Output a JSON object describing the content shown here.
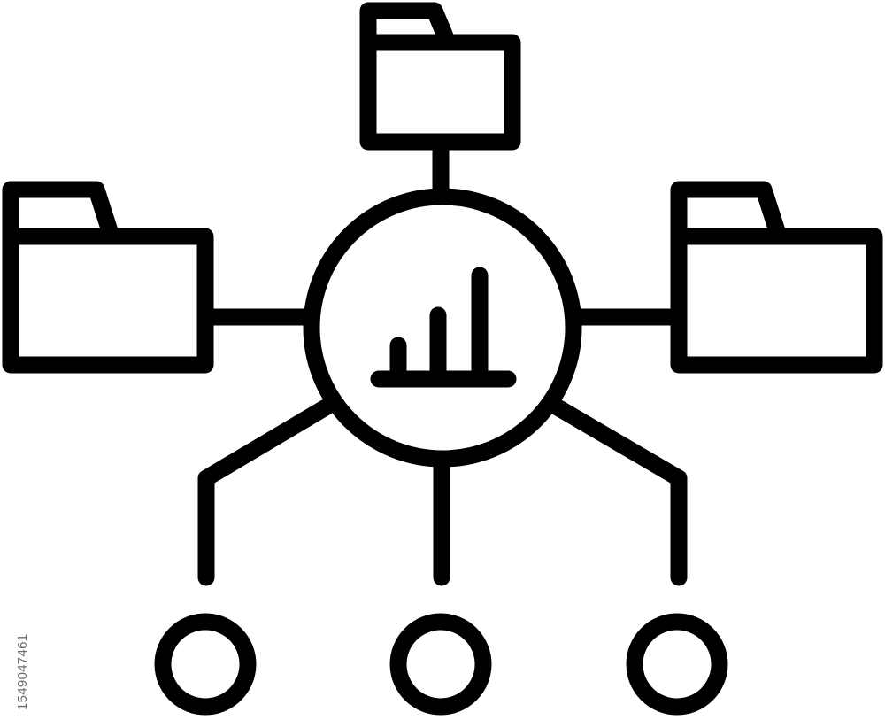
{
  "stock_id": "1549047461",
  "icon": {
    "name": "data-hub-network-icon",
    "stroke_color": "#000000",
    "background_color": "#ffffff",
    "parts": {
      "folders": [
        "folder-icon",
        "folder-icon",
        "folder-icon"
      ],
      "hub": "bar-chart-icon",
      "nodes": [
        "node-circle",
        "node-circle",
        "node-circle"
      ]
    }
  }
}
